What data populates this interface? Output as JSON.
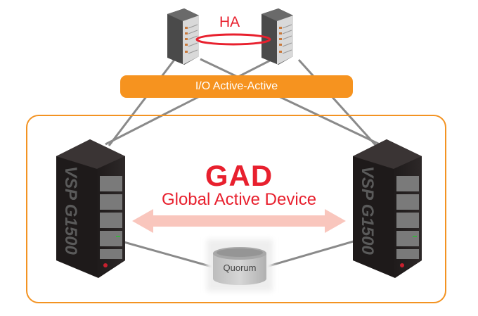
{
  "diagram": {
    "ha_label": "HA",
    "io_bar_label": "I/O Active-Active",
    "gad_title": "GAD",
    "gad_subtitle": "Global Active Device",
    "quorum_label": "Quorum",
    "left_storage_label": "VSP G1500",
    "right_storage_label": "VSP G1500",
    "colors": {
      "accent_orange": "#f6931f",
      "frame_orange": "#f39322",
      "red": "#e8202e",
      "arrow_pink": "#f9c6bd",
      "line_gray": "#8a8a8a"
    }
  }
}
